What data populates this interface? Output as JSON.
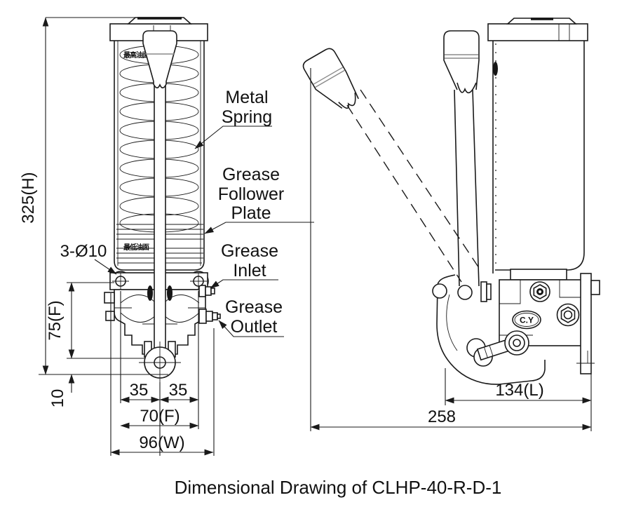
{
  "title": "Dimensional Drawing of CLHP-40-R-D-1",
  "front_view": {
    "callouts": {
      "metal_spring": {
        "line1": "Metal",
        "line2": "Spring"
      },
      "grease_follower_plate": {
        "line1": "Grease",
        "line2": "Follower",
        "line3": "Plate"
      },
      "grease_inlet": {
        "line1": "Grease",
        "line2": "Inlet"
      },
      "grease_outlet": {
        "line1": "Grease",
        "line2": "Outlet"
      },
      "mounting_holes": "3-Ø10"
    },
    "dimensions": {
      "height": "325(H)",
      "hole_vertical": "75(F)",
      "base_offset": "10",
      "half_span_left": "35",
      "half_span_right": "35",
      "hole_span": "70(F)",
      "overall_width": "96(W)"
    },
    "reservoir_markings": {
      "max_oil_level": "最高油面",
      "min_oil_level": "最低油面"
    }
  },
  "side_view": {
    "logo": "C.Y",
    "dimensions": {
      "body_length": "134(L)",
      "overall_length": "258"
    }
  }
}
